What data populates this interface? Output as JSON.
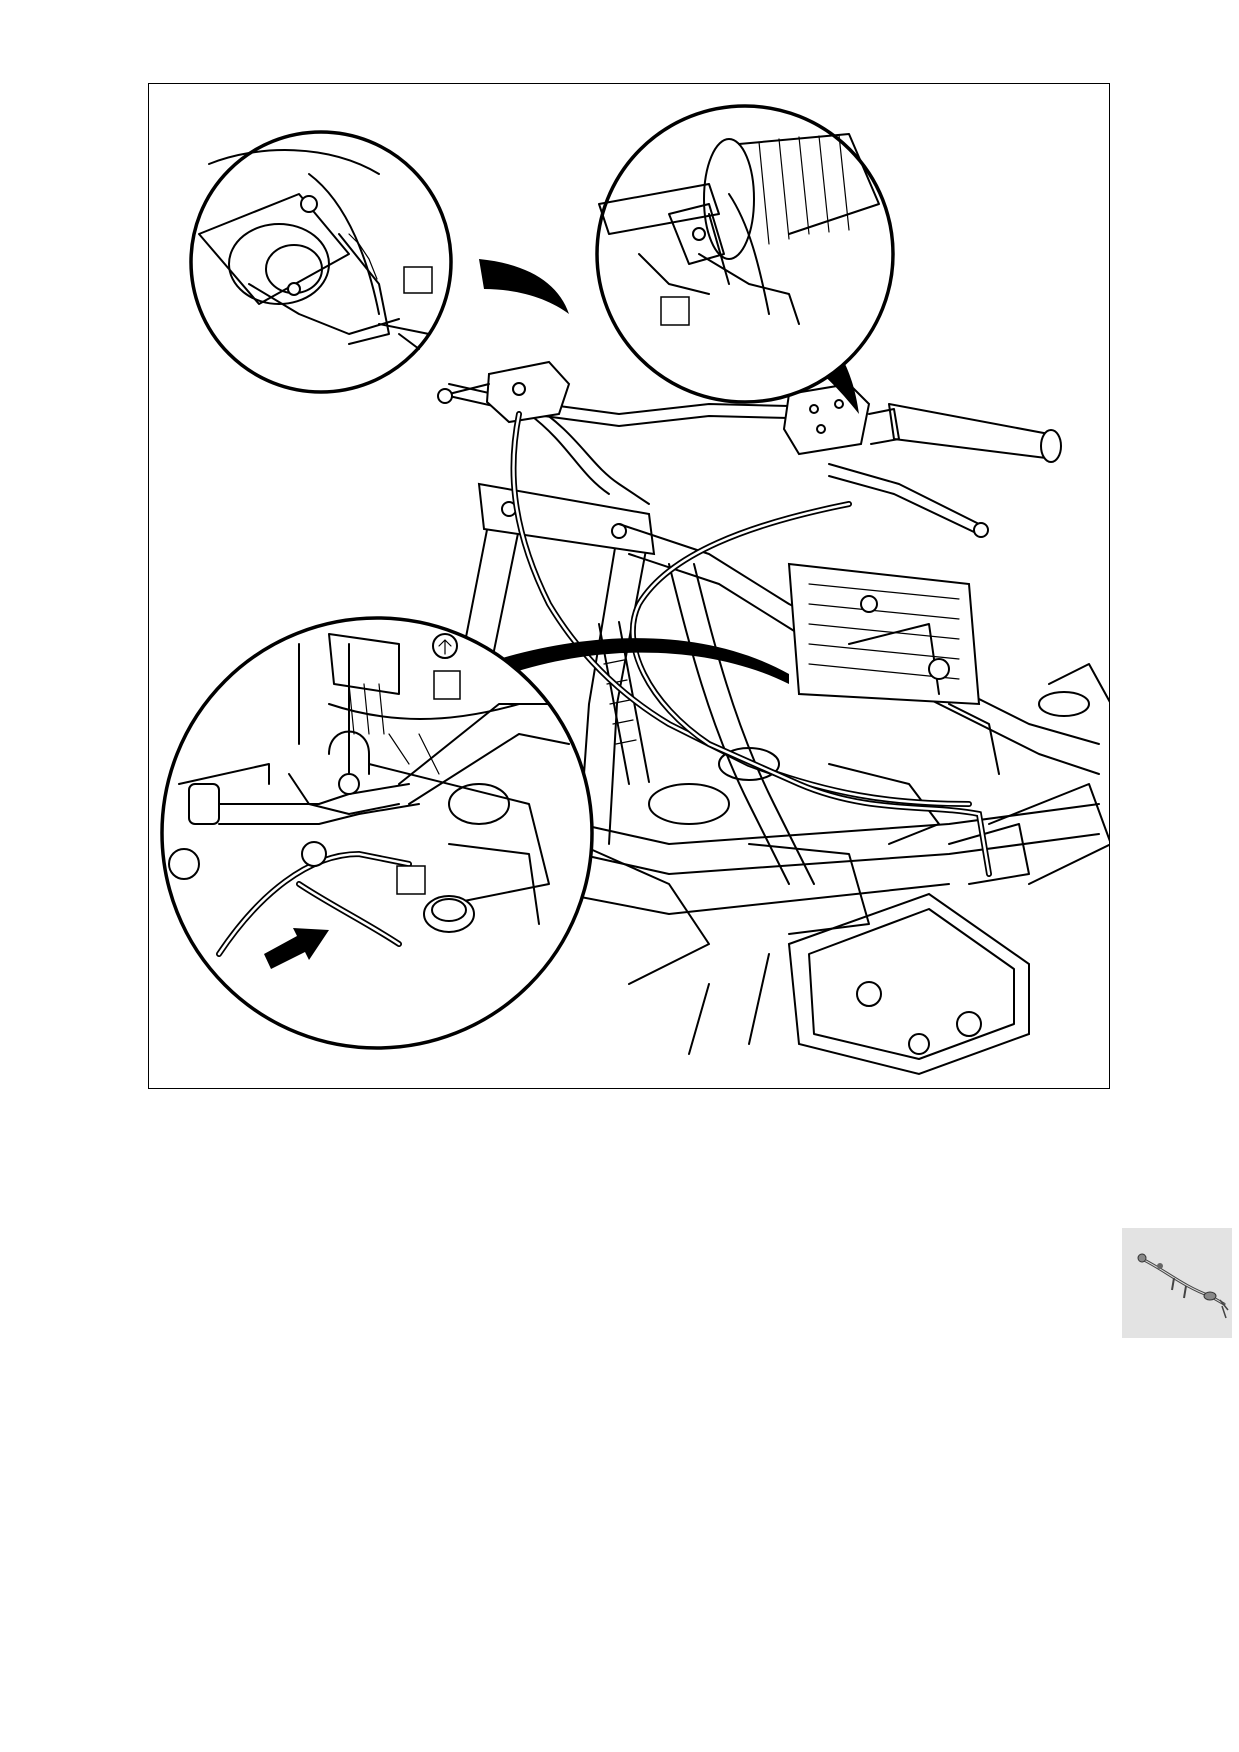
{
  "figure": {
    "type": "technical-illustration",
    "subject": "motorcycle-handlebar-cable-routing",
    "detail_views": [
      "left-grip-detail",
      "right-grip-detail",
      "cable-guide-detail"
    ],
    "callouts": [
      "",
      "",
      "",
      ""
    ]
  },
  "thumbnail": {
    "icon": "cable-harness-icon"
  }
}
